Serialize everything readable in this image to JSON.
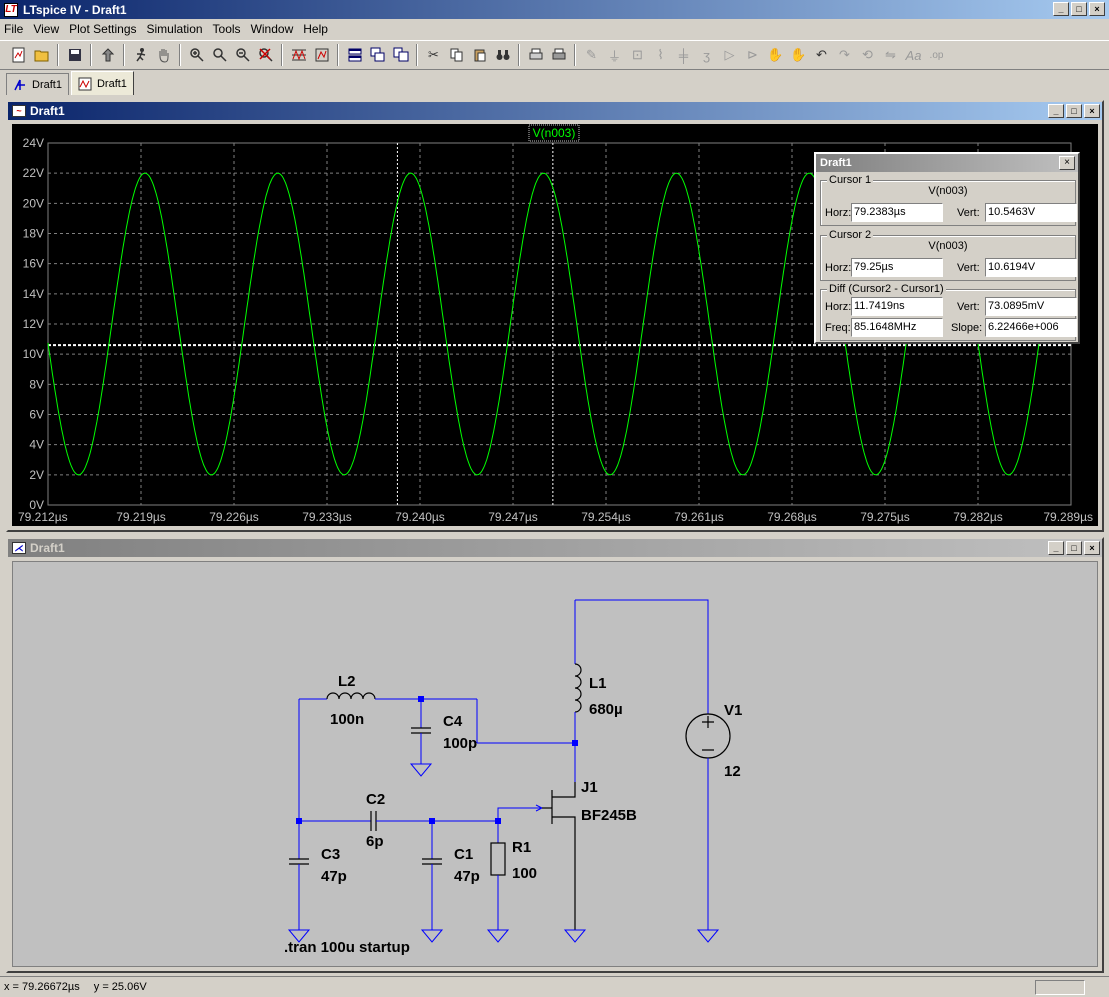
{
  "app": {
    "title": "LTspice IV - Draft1"
  },
  "menu": [
    "File",
    "View",
    "Plot Settings",
    "Simulation",
    "Tools",
    "Window",
    "Help"
  ],
  "tabs": [
    {
      "label": "Draft1",
      "icon": "schematic-icon"
    },
    {
      "label": "Draft1",
      "icon": "waveform-icon"
    }
  ],
  "plot_window": {
    "title": "Draft1",
    "trace_label": "V(n003)"
  },
  "schematic_window": {
    "title": "Draft1"
  },
  "chart_data": {
    "type": "line",
    "series": [
      {
        "name": "V(n003)",
        "color": "#00ff00",
        "offset": 12,
        "amplitude": 10,
        "frequency_mhz": 100,
        "peaks_x_us": [
          79.2193,
          79.2293,
          79.2393,
          79.2493,
          79.2593,
          79.2693
        ]
      }
    ],
    "xlim": [
      79.212,
      79.289
    ],
    "ylim": [
      0,
      24
    ],
    "x_ticks": [
      "79.212µs",
      "79.219µs",
      "79.226µs",
      "79.233µs",
      "79.240µs",
      "79.247µs",
      "79.254µs",
      "79.261µs",
      "79.268µs",
      "79.275µs",
      "79.282µs",
      "79.289µs"
    ],
    "y_ticks": [
      "0V",
      "2V",
      "4V",
      "6V",
      "8V",
      "10V",
      "12V",
      "14V",
      "16V",
      "18V",
      "20V",
      "22V",
      "24V"
    ],
    "y_tick_values": [
      0,
      2,
      4,
      6,
      8,
      10,
      12,
      14,
      16,
      18,
      20,
      22,
      24
    ],
    "grid": true,
    "cursor1_x_us": 79.2383,
    "cursor2_x_us": 79.25,
    "cursor_y_v": 10.6
  },
  "cursors": {
    "title": "Draft1",
    "cursor1": {
      "legend": "Cursor 1",
      "signal": "V(n003)",
      "horz_label": "Horz:",
      "horz": "79.2383µs",
      "vert_label": "Vert:",
      "vert": "10.5463V"
    },
    "cursor2": {
      "legend": "Cursor 2",
      "signal": "V(n003)",
      "horz_label": "Horz:",
      "horz": "79.25µs",
      "vert_label": "Vert:",
      "vert": "10.6194V"
    },
    "diff": {
      "legend": "Diff (Cursor2 - Cursor1)",
      "horz_label": "Horz:",
      "horz": "11.7419ns",
      "vert_label": "Vert:",
      "vert": "73.0895mV",
      "freq_label": "Freq:",
      "freq": "85.1648MHz",
      "slope_label": "Slope:",
      "slope": "6.22466e+006"
    }
  },
  "schematic": {
    "L2": {
      "name": "L2",
      "value": "100n"
    },
    "C4": {
      "name": "C4",
      "value": "100p"
    },
    "L1": {
      "name": "L1",
      "value": "680µ"
    },
    "V1": {
      "name": "V1",
      "value": "12"
    },
    "J1": {
      "name": "J1",
      "value": "BF245B"
    },
    "C2": {
      "name": "C2",
      "value": "6p"
    },
    "C3": {
      "name": "C3",
      "value": "47p"
    },
    "C1": {
      "name": "C1",
      "value": "47p"
    },
    "R1": {
      "name": "R1",
      "value": "100"
    },
    "directive": ".tran 100u startup"
  },
  "status": {
    "x": "x = 79.26672µs",
    "y": "y = 25.06V"
  },
  "colors": {
    "trace": "#00ff00",
    "wire": "#0000ff",
    "grid": "#808080",
    "plot_bg": "#000000"
  }
}
